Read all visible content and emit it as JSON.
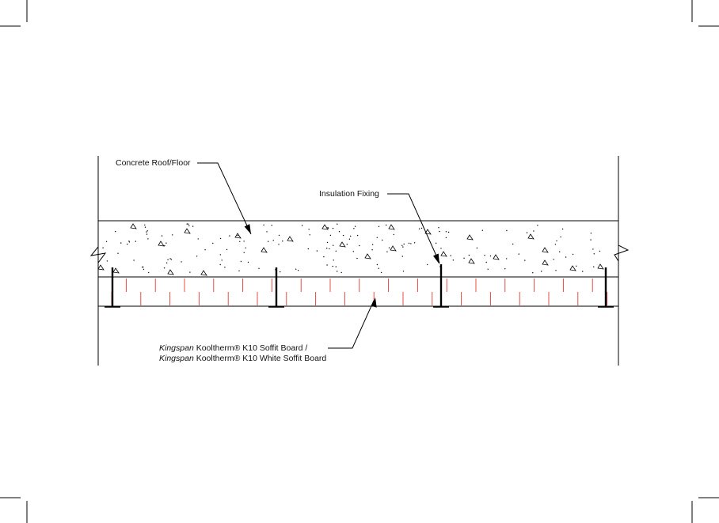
{
  "labels": {
    "concrete": "Concrete Roof/Floor",
    "fixing": "Insulation Fixing",
    "board_line1_brand": "Kingspan",
    "board_line1_text": "Kooltherm® K10 Soffit Board /",
    "board_line2_brand": "Kingspan",
    "board_line2_text": "Kooltherm® K10 White Soffit Board"
  },
  "colors": {
    "line": "#000000",
    "insulation_hatch": "#e53935",
    "background": "#ffffff"
  }
}
